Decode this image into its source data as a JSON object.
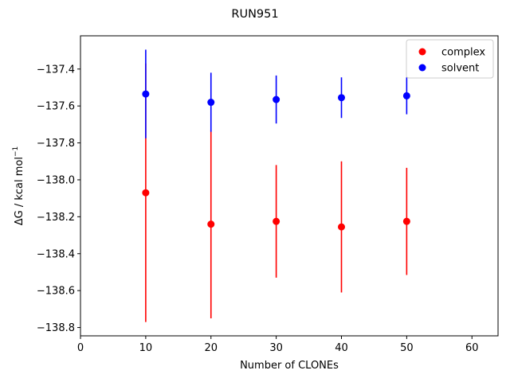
{
  "chart_data": {
    "type": "scatter",
    "title": "RUN951",
    "xlabel": "Number of CLONEs",
    "ylabel_base": "ΔG / kcal mol",
    "ylabel_sup": "−1",
    "xlim": [
      0,
      64
    ],
    "ylim": [
      -138.845,
      -137.22
    ],
    "xticks": [
      0,
      10,
      20,
      30,
      40,
      50,
      60
    ],
    "xtick_labels": [
      "0",
      "10",
      "20",
      "30",
      "40",
      "50",
      "60"
    ],
    "yticks": [
      -138.8,
      -138.6,
      -138.4,
      -138.2,
      -138.0,
      -137.8,
      -137.6,
      -137.4
    ],
    "ytick_labels": [
      "−138.8",
      "−138.6",
      "−138.4",
      "−138.2",
      "−138.0",
      "−137.8",
      "−137.6",
      "−137.4"
    ],
    "grid": false,
    "legend_position": "top-right",
    "series": [
      {
        "name": "complex",
        "color": "#ff0000",
        "points": [
          {
            "x": 10,
            "y": -138.07,
            "err": 0.7
          },
          {
            "x": 20,
            "y": -138.24,
            "err": 0.51
          },
          {
            "x": 30,
            "y": -138.225,
            "err": 0.305
          },
          {
            "x": 40,
            "y": -138.255,
            "err": 0.355
          },
          {
            "x": 50,
            "y": -138.225,
            "err": 0.29
          }
        ]
      },
      {
        "name": "solvent",
        "color": "#0000ff",
        "points": [
          {
            "x": 10,
            "y": -137.535,
            "err": 0.24
          },
          {
            "x": 20,
            "y": -137.58,
            "err": 0.16
          },
          {
            "x": 30,
            "y": -137.565,
            "err": 0.13
          },
          {
            "x": 40,
            "y": -137.555,
            "err": 0.11
          },
          {
            "x": 50,
            "y": -137.545,
            "err": 0.1
          }
        ]
      }
    ]
  }
}
